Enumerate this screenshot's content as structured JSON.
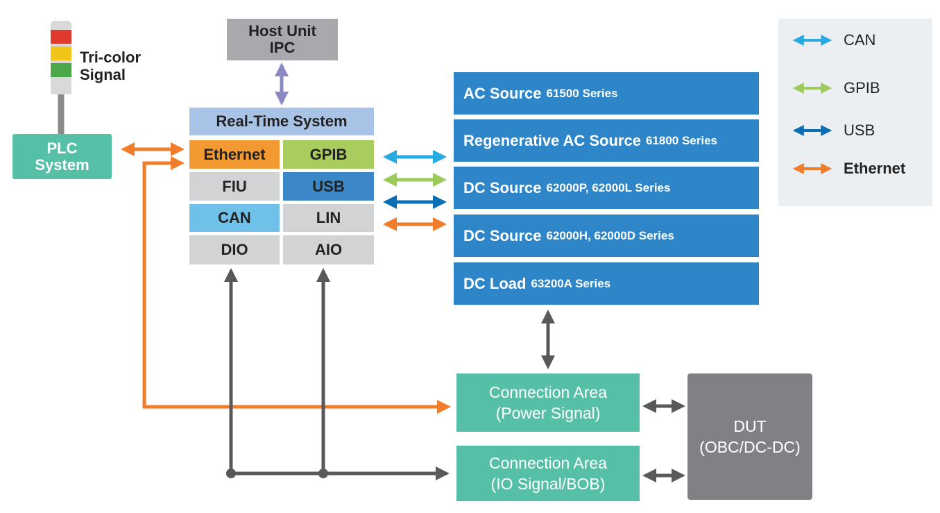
{
  "tri_color": {
    "label_line1": "Tri-color",
    "label_line2": "Signal"
  },
  "plc": {
    "label_line1": "PLC",
    "label_line2": "System"
  },
  "host_unit": {
    "line1": "Host Unit",
    "line2": "IPC"
  },
  "rts": {
    "title": "Real-Time System",
    "modules": [
      "Ethernet",
      "GPIB",
      "FIU",
      "USB",
      "CAN",
      "LIN",
      "DIO",
      "AIO"
    ]
  },
  "instruments": [
    {
      "name": "AC Source",
      "series": "61500 Series"
    },
    {
      "name": "Regenerative AC Source",
      "series": "61800 Series"
    },
    {
      "name": "DC Source",
      "series": "62000P, 62000L Series"
    },
    {
      "name": "DC Source",
      "series": "62000H, 62000D Series"
    },
    {
      "name": "DC Load",
      "series": "63200A Series"
    }
  ],
  "connection_power": {
    "line1": "Connection Area",
    "line2": "(Power Signal)"
  },
  "connection_io": {
    "line1": "Connection Area",
    "line2": "(IO Signal/BOB)"
  },
  "dut": {
    "line1": "DUT",
    "line2": "(OBC/DC-DC)"
  },
  "legend": [
    {
      "label": "CAN",
      "color": "#29abe2"
    },
    {
      "label": "GPIB",
      "color": "#9ccb5b"
    },
    {
      "label": "USB",
      "color": "#0b6fb3"
    },
    {
      "label": "Ethernet",
      "color": "#ef7d2c"
    }
  ],
  "colors": {
    "teal": "#56bfa8",
    "gray_box": "#a7a9ac",
    "rts_header": "#a9c3e6",
    "orange": "#f29a31",
    "green": "#a8cd5e",
    "usb_blue": "#3b87c7",
    "can_light": "#6fc1ea",
    "module_gray": "#d2d3d5",
    "instrument_blue": "#2e86c8",
    "dut_gray": "#808184",
    "connector_gray": "#58595b",
    "host_arrow": "#8b89c3"
  }
}
